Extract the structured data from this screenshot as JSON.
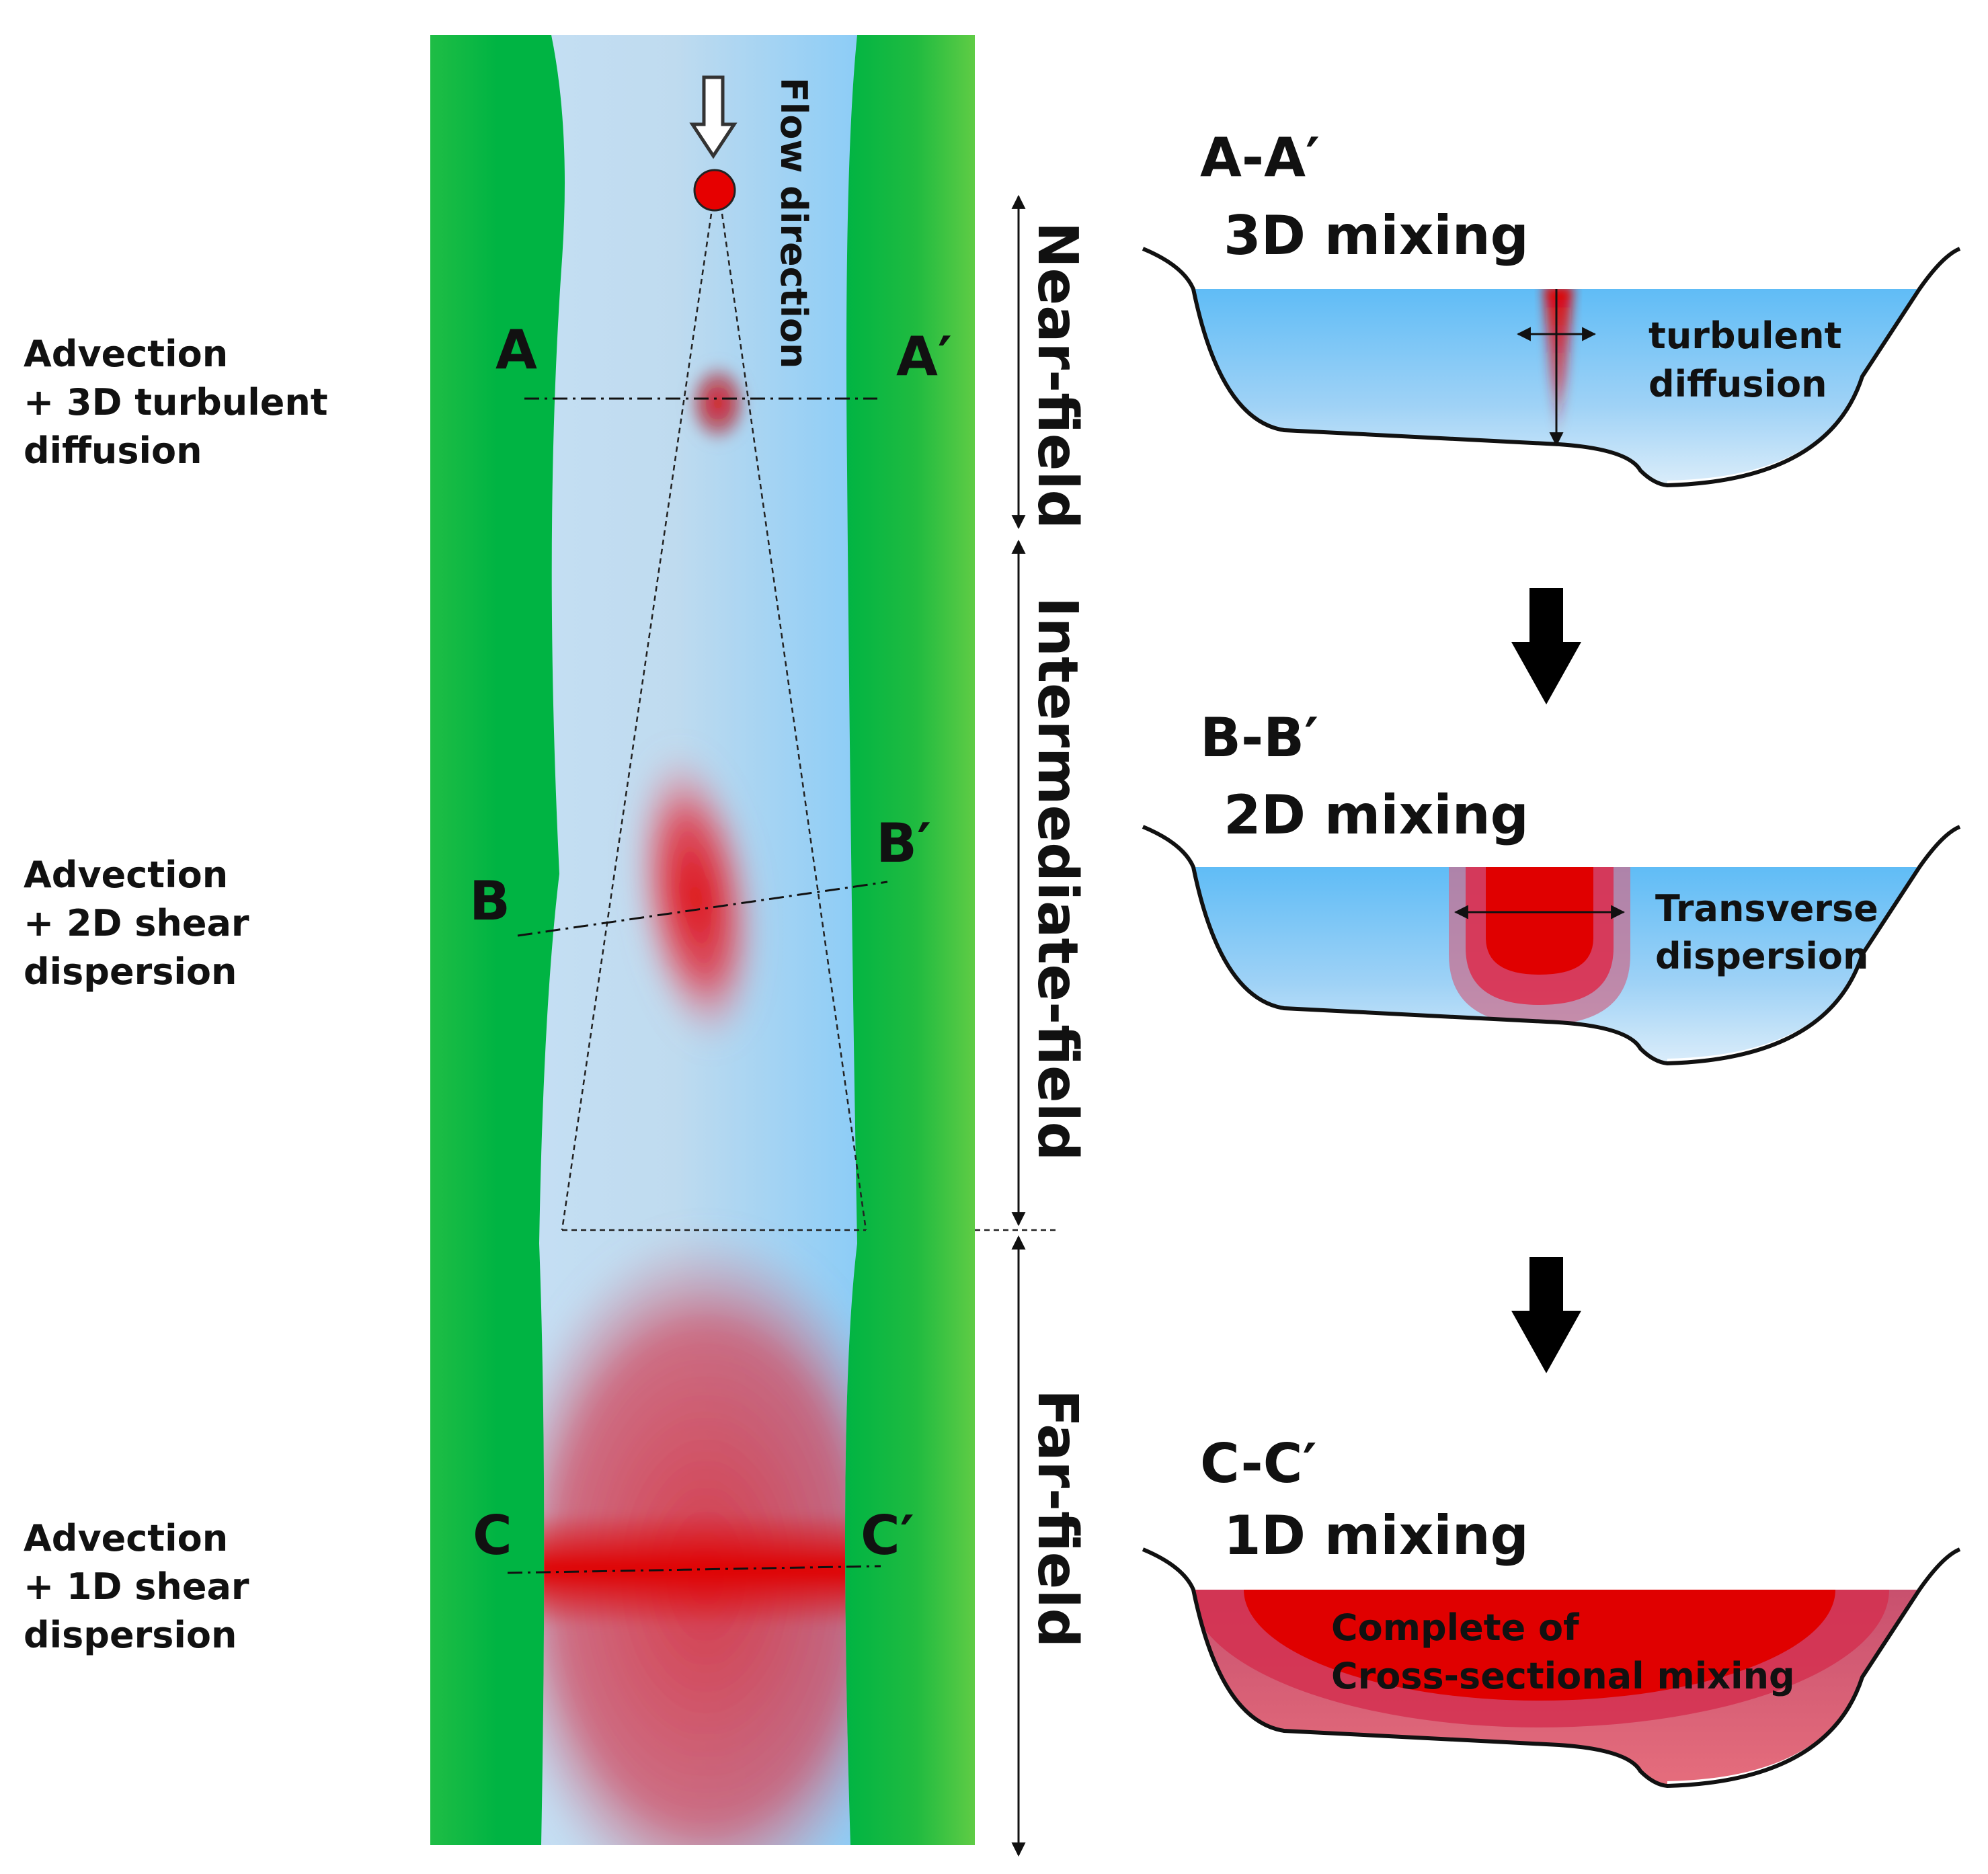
{
  "left_labels": {
    "near": [
      "Advection",
      "+ 3D turbulent",
      "diffusion"
    ],
    "intermediate": [
      "Advection",
      "+ 2D shear",
      "dispersion"
    ],
    "far": [
      "Advection",
      "+ 1D shear",
      "dispersion"
    ]
  },
  "river": {
    "flow_label": "Flow direction",
    "sections": {
      "a": "A",
      "a_prime": "A′",
      "b": "B",
      "b_prime": "B′",
      "c": "C",
      "c_prime": "C′"
    }
  },
  "zones": {
    "near": "Near-field",
    "intermediate": "Intermediate-field",
    "far": "Far-field"
  },
  "cross_sections": {
    "aa": {
      "title": "A-A′",
      "mode": "3D mixing",
      "note": [
        "turbulent",
        "diffusion"
      ]
    },
    "bb": {
      "title": "B-B′",
      "mode": "2D mixing",
      "note": [
        "Transverse",
        "dispersion"
      ]
    },
    "cc": {
      "title": "C-C′",
      "mode": "1D mixing",
      "note": [
        "Complete of",
        "Cross-sectional mixing"
      ]
    }
  },
  "colors": {
    "bank_green": "#0bb442",
    "water_blue": "#5fbcf6",
    "plume_red": "#e00000",
    "text": "#111111"
  }
}
